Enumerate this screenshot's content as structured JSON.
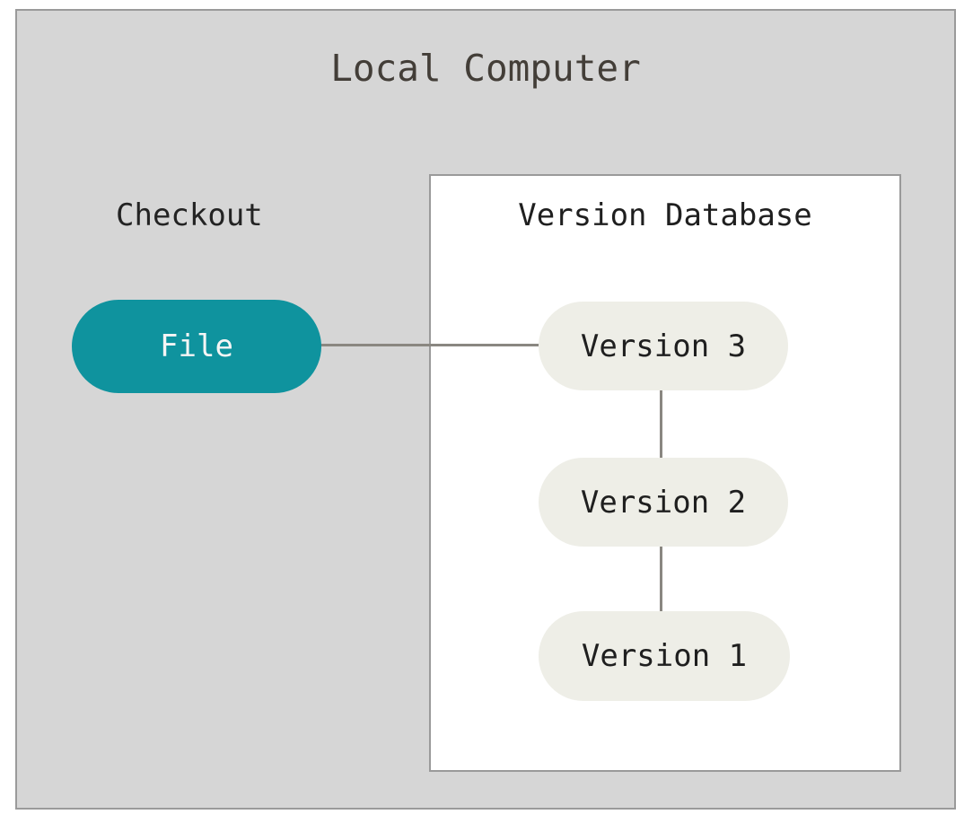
{
  "diagram": {
    "title": "Local Computer",
    "outer_box": {
      "label": "Local Computer",
      "fill_color": "#d6d6d6",
      "border_color": "#9a9a9a"
    },
    "checkout": {
      "label": "Checkout",
      "node": {
        "label": "File",
        "fill_color": "#0f939e",
        "text_color": "#f5f5f5"
      }
    },
    "version_database": {
      "label": "Version Database",
      "fill_color": "#ffffff",
      "border_color": "#9a9a9a",
      "versions": [
        {
          "label": "Version 3",
          "fill_color": "#eeeee7",
          "text_color": "#1f1f1f"
        },
        {
          "label": "Version 2",
          "fill_color": "#eeeee7",
          "text_color": "#1f1f1f"
        },
        {
          "label": "Version 1",
          "fill_color": "#eeeee7",
          "text_color": "#1f1f1f"
        }
      ]
    },
    "connectors": [
      {
        "name": "file-to-version-3",
        "orientation": "horizontal",
        "color": "#8a8781"
      },
      {
        "name": "version-3-to-version-2",
        "orientation": "vertical",
        "color": "#8a8781"
      },
      {
        "name": "version-2-to-version-1",
        "orientation": "vertical",
        "color": "#8a8781"
      }
    ]
  }
}
